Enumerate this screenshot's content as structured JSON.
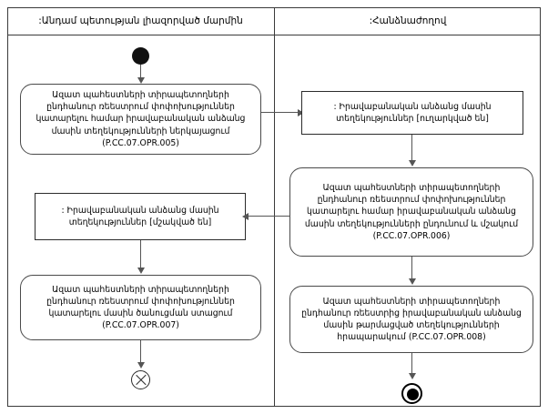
{
  "diagram": {
    "type": "uml-activity-diagram",
    "lanes": [
      {
        "id": "member-state-body",
        "title": ":Անդամ պետության լիազորված մարմին"
      },
      {
        "id": "commission",
        "title": ":Հանձնաժողով"
      }
    ],
    "nodes": {
      "initial": {
        "kind": "initial-node",
        "lane": "member-state-body"
      },
      "activity_opr005": {
        "kind": "activity",
        "lane": "member-state-body",
        "text": "Ազատ պահեստների տիրապետողների ընդհանուր ռեեստրում փոփոխություններ կատարելու համար իրավաբանական անձանց մասին տեղեկությունների ներկայացում (P.CC.07.OPR.005)",
        "code": "P.CC.07.OPR.005"
      },
      "object_sent": {
        "kind": "object-node",
        "lane": "commission",
        "text": ": Իրավաբանական անձանց մասին տեղեկություններ [ուղարկված են]",
        "state": "[ուղարկված են]"
      },
      "activity_opr006": {
        "kind": "activity",
        "lane": "commission",
        "text": "Ազատ պահեստների տիրապետողների ընդհանուր ռեեստրում փոփոխություններ կատարելու համար իրավաբանական անձանց մասին տեղեկությունների ընդունում և մշակում (P.CC.07.OPR.006)",
        "code": "P.CC.07.OPR.006"
      },
      "object_processed": {
        "kind": "object-node",
        "lane": "member-state-body",
        "text": ": Իրավաբանական անձանց մասին տեղեկություններ [մշակված են]",
        "state": "[մշակված են]"
      },
      "activity_opr007": {
        "kind": "activity",
        "lane": "member-state-body",
        "text": "Ազատ պահեստների տիրապետողների ընդհանուր ռեեստրում փոփոխություններ կատարելու մասին ծանուցման ստացում (P.CC.07.OPR.007)",
        "code": "P.CC.07.OPR.007"
      },
      "activity_opr008": {
        "kind": "activity",
        "lane": "commission",
        "text": "Ազատ պահեստների տիրապետողների ընդհանուր ռեեստրից իրավաբանական անձանց մասին թարմացված տեղեկությունների հրապարակում (P.CC.07.OPR.008)",
        "code": "P.CC.07.OPR.008"
      },
      "flow_final": {
        "kind": "flow-final-node",
        "lane": "member-state-body"
      },
      "activity_final": {
        "kind": "activity-final-node",
        "lane": "commission"
      }
    },
    "colors": {
      "background": "#ffffff",
      "frame_line": "#3a3a3a",
      "node_border": "#4a4a4a",
      "edge_line": "#555555",
      "node_fill": "#ffffff",
      "solid_node": "#111111"
    }
  }
}
